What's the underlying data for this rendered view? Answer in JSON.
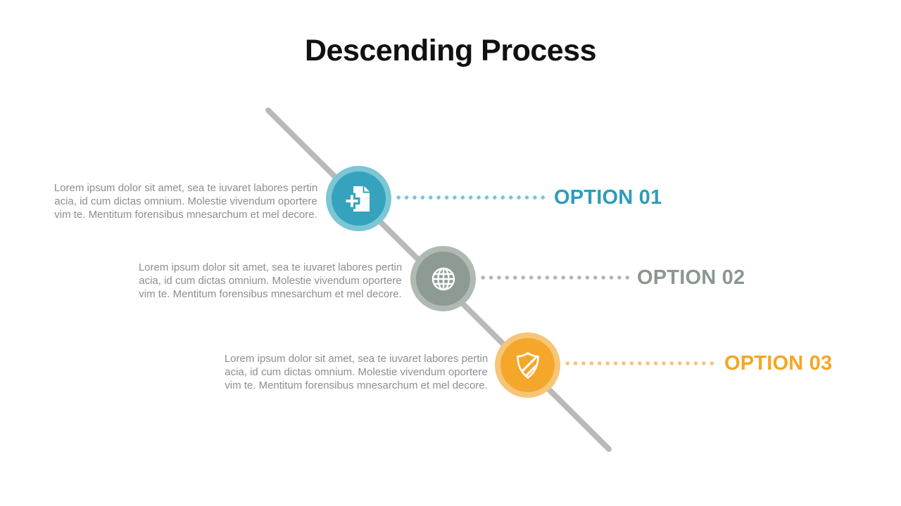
{
  "title": "Descending Process",
  "colors": {
    "line": "#b9b9b9",
    "body_text": "#8d8d8d",
    "title": "#111111"
  },
  "options": [
    {
      "label": "OPTION 01",
      "icon": "document-add-icon",
      "colors": {
        "main": "#35a3be",
        "light": "#7cc6d6",
        "label": "#2d9cba"
      },
      "desc_lines": [
        "Lorem ipsum dolor sit amet, sea te iuvaret labores pertin",
        "acia, id cum dictas omnium.  Molestie vivendum  oportere",
        "vim te. Mentitum  forensibus mnesarchum  et mel decore."
      ]
    },
    {
      "label": "OPTION 02",
      "icon": "globe-icon",
      "colors": {
        "main": "#8d9b94",
        "light": "#b0bab3",
        "label": "#8a988f"
      },
      "desc_lines": [
        "Lorem ipsum dolor sit amet, sea te iuvaret labores pertin",
        "acia, id cum dictas omnium.  Molestie vivendum  oportere",
        "vim te. Mentitum  forensibus mnesarchum  et mel decore."
      ]
    },
    {
      "label": "OPTION 03",
      "icon": "shield-icon",
      "colors": {
        "main": "#f5a72b",
        "light": "#f7c577",
        "label": "#f5a623"
      },
      "desc_lines": [
        "Lorem ipsum dolor sit amet, sea te iuvaret labores pertin",
        "acia, id cum dictas omnium.  Molestie vivendum  oportere",
        "vim te. Mentitum  forensibus mnesarchum  et mel decore."
      ]
    }
  ]
}
